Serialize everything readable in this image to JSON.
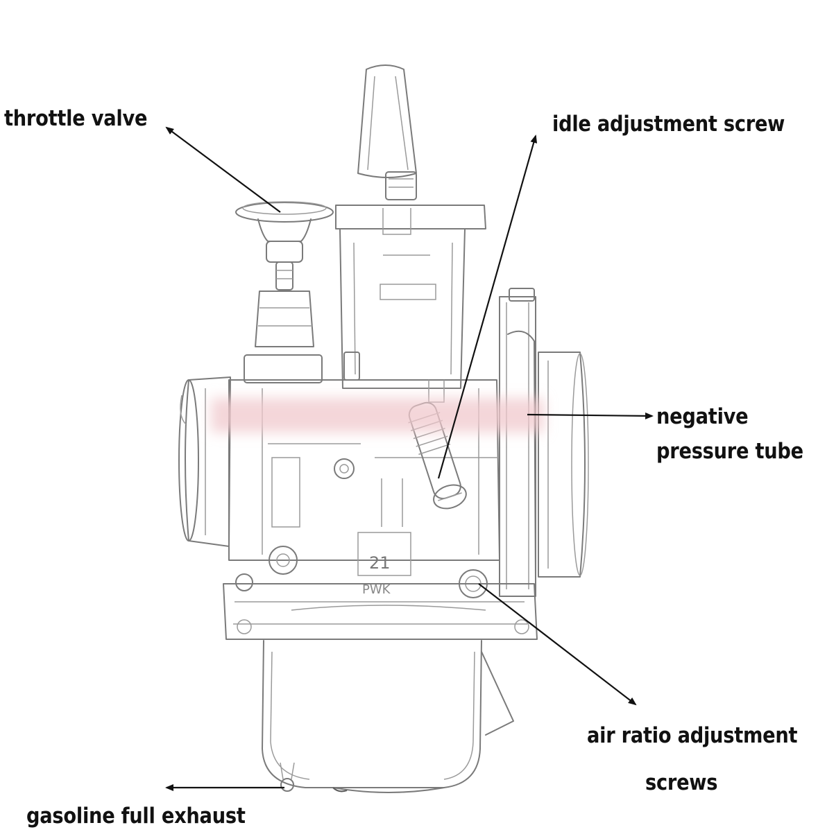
{
  "labels": {
    "throttle_valve": "throttle valve",
    "idle_adjustment_screw": "idle adjustment screw",
    "negative_pressure_tube_line1": "negative",
    "negative_pressure_tube_line2": "pressure tube",
    "air_ratio_line1": "air ratio adjustment",
    "air_ratio_line2": "screws",
    "gasoline_full_exhaust": "gasoline full exhaust",
    "cast_number": "21",
    "cast_letters": "PWK"
  },
  "colors": {
    "background": "#ffffff",
    "text": "#111111",
    "arrow": "#111111",
    "sketch_line": "#7a7a7a",
    "watermark_blur": "#f0c8cc"
  }
}
